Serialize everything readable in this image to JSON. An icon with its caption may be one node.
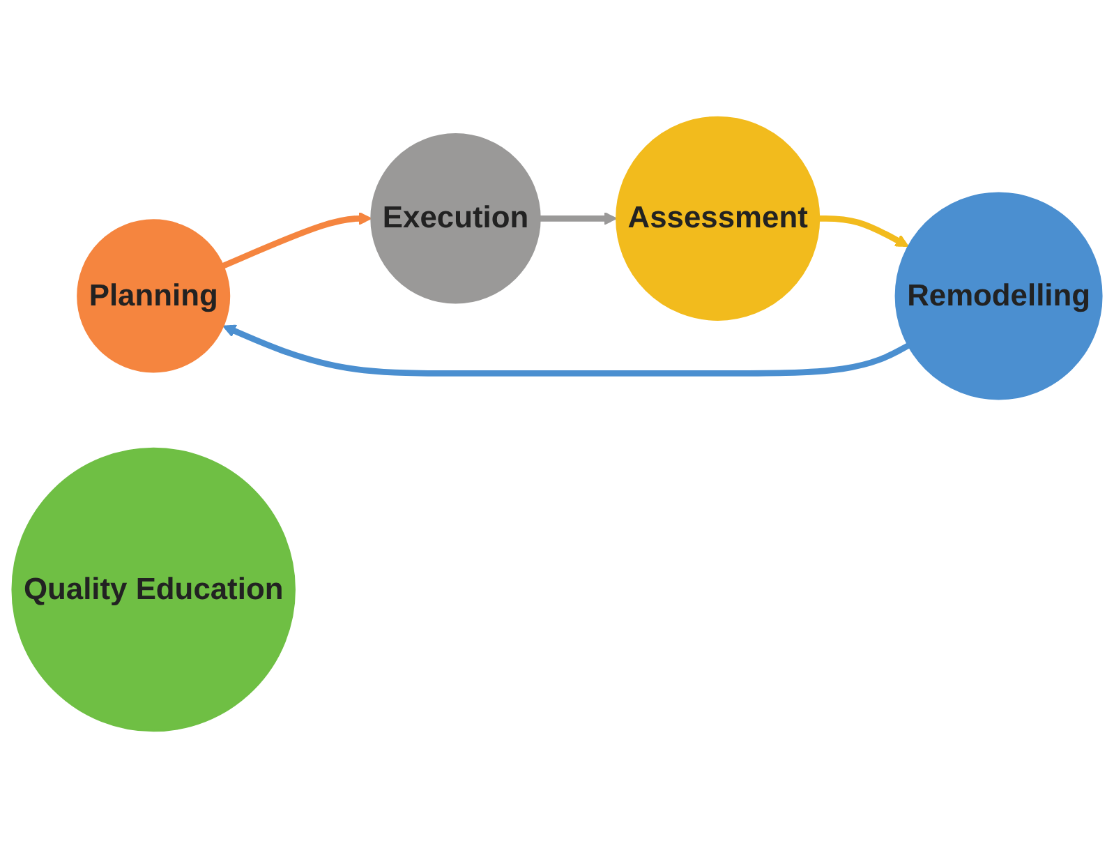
{
  "diagram": {
    "nodes": [
      {
        "text": [
          "Planning"
        ]
      },
      {
        "text": [
          "Execution"
        ]
      },
      {
        "text": [
          "Assessment"
        ]
      },
      {
        "text": [
          "Remodelling"
        ]
      },
      {
        "text": [
          "Quality Education"
        ]
      }
    ],
    "edges": [
      {
        "from": 0,
        "to": 1,
        "arrow": "to",
        "color": "#f5853f"
      },
      {
        "from": 1,
        "to": 2,
        "arrow": "to",
        "color": "#9a9998"
      },
      {
        "from": 2,
        "to": 3,
        "arrow": "to",
        "color": "#f2bb1d"
      },
      {
        "from": 3,
        "to": 0,
        "arrow": "to",
        "color": "#4b8fd0"
      }
    ]
  }
}
